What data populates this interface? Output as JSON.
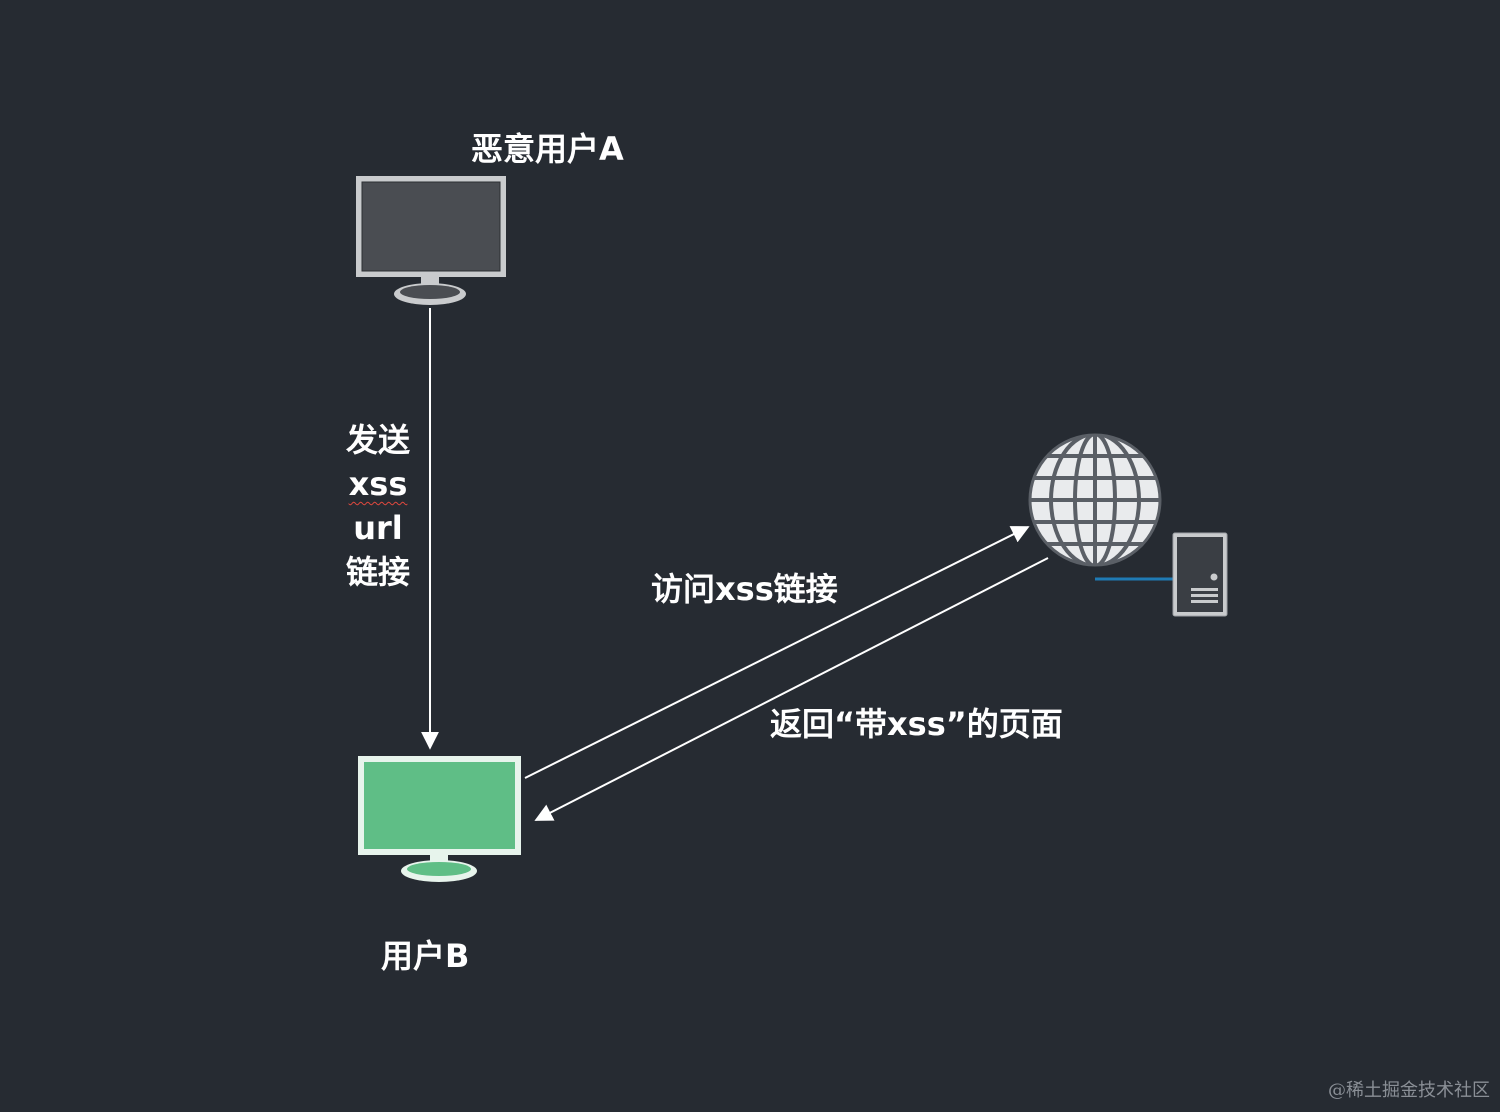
{
  "nodes": {
    "attacker": {
      "label": "恶意用户A"
    },
    "victim": {
      "label": "用户B"
    }
  },
  "edges": {
    "send": {
      "lines": [
        "发送",
        "xss",
        "url",
        "链接"
      ]
    },
    "visit": {
      "label": "访问xss链接"
    },
    "return": {
      "label": "返回“带xss”的页面"
    }
  },
  "watermark": "@稀土掘金技术社区",
  "colors": {
    "background": "#262b32",
    "attacker_screen": "#4a4d52",
    "victim_screen": "#5fbe86",
    "arrow": "#ffffff",
    "globe": "#eef0f2",
    "server_link": "#1f7bb5"
  }
}
